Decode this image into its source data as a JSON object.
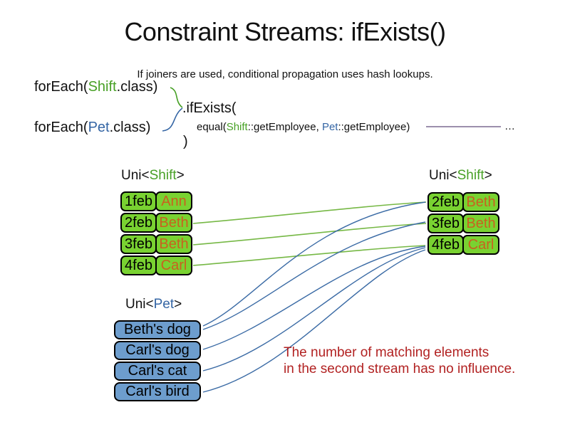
{
  "title": "Constraint Streams: ifExists()",
  "subtitle": "If joiners are used, conditional propagation uses hash lookups.",
  "code": {
    "foreach_shift": {
      "prefix": "forEach(",
      "class_name": "Shift",
      "suffix": ".class)"
    },
    "foreach_pet": {
      "prefix": "forEach(",
      "class_name": "Pet",
      "suffix": ".class)"
    },
    "if_exists_open": ".ifExists(",
    "equal_joiner": {
      "prefix": "equal(",
      "shift_ref": "Shift",
      "mid": "::getEmployee, ",
      "pet_ref": "Pet",
      "suffix": "::getEmployee)"
    },
    "ellipsis": "…",
    "close_paren": ")"
  },
  "left_shift_table": {
    "header": {
      "prefix": "Uni<",
      "type": "Shift",
      "suffix": ">"
    },
    "rows": [
      {
        "date": "1feb",
        "name": "Ann"
      },
      {
        "date": "2feb",
        "name": "Beth"
      },
      {
        "date": "3feb",
        "name": "Beth"
      },
      {
        "date": "4feb",
        "name": "Carl"
      }
    ]
  },
  "right_shift_table": {
    "header": {
      "prefix": "Uni<",
      "type": "Shift",
      "suffix": ">"
    },
    "rows": [
      {
        "date": "2feb",
        "name": "Beth"
      },
      {
        "date": "3feb",
        "name": "Beth"
      },
      {
        "date": "4feb",
        "name": "Carl"
      }
    ]
  },
  "pet_table": {
    "header": {
      "prefix": "Uni<",
      "type": "Pet",
      "suffix": ">"
    },
    "rows": [
      {
        "label": "Beth's dog"
      },
      {
        "label": "Carl's dog"
      },
      {
        "label": "Carl's cat"
      },
      {
        "label": "Carl's bird"
      }
    ]
  },
  "annotation": {
    "line1": "The number of matching elements",
    "line2": "in the second stream has no influence."
  },
  "colors": {
    "accent_green": "#47a025",
    "accent_blue": "#3465a4",
    "box_green_fill": "#79d231",
    "box_blue_fill": "#6d9dcd",
    "name_text_orange": "#c9611f",
    "annotation_red": "#b22222",
    "connector_green": "#76b845",
    "connector_blue": "#3b6ba5",
    "joiner_line_purple": "#7b6a91"
  }
}
